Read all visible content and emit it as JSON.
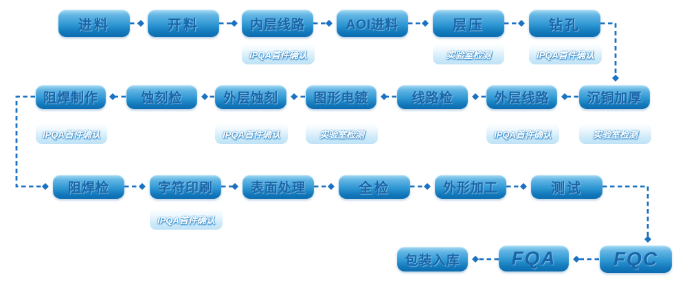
{
  "colors": {
    "background": "#ffffff",
    "connector": "#1b72c2",
    "node_text": "#1a65a8",
    "node_gradient_top": "#a6dcf3",
    "node_gradient_bottom": "#0d6cb0",
    "sublabel_text": "#ffffff",
    "sublabel_gradient_top": "#ffffff",
    "sublabel_gradient_bottom": "#bfe2f6"
  },
  "nodes": {
    "feed": "进料",
    "cutting": "开料",
    "inner_layer_circuit": "内层线路",
    "aoi_feed": "AOI进料",
    "lamination": "层压",
    "drilling": "钻孔",
    "copper_deposition": "沉铜加厚",
    "outer_layer_circuit": "外层线路",
    "circuit_inspection": "线路检",
    "pattern_plating": "图形电镀",
    "outer_layer_etching": "外层蚀刻",
    "etching_inspection": "蚀刻检",
    "solder_mask_making": "阻焊制作",
    "solder_mask_inspection": "阻焊检",
    "legend_printing": "字符印刷",
    "surface_treatment": "表面处理",
    "full_inspection": "全检",
    "profile_machining": "外形加工",
    "testing": "测试",
    "fqc": "FQC",
    "fqa": "FQA",
    "packing_storage": "包装入库"
  },
  "quality_checks": [
    {
      "node": "内层线路",
      "check": "IPQA首件确认"
    },
    {
      "node": "层压",
      "check": "实验室检测"
    },
    {
      "node": "钻孔",
      "check": "IPQA首件确认"
    },
    {
      "node": "阻焊制作",
      "check": "IPQA首件确认"
    },
    {
      "node": "外层蚀刻",
      "check": "IPQA首件确认"
    },
    {
      "node": "图形电镀",
      "check": "实验室检测"
    },
    {
      "node": "外层线路",
      "check": "IPQA首件确认"
    },
    {
      "node": "沉铜加厚",
      "check": "实验室检测"
    },
    {
      "node": "字符印刷",
      "check": "IPQA首件确认"
    }
  ],
  "process_sequence": [
    "进料",
    "开料",
    "内层线路",
    "AOI进料",
    "层压",
    "钻孔",
    "沉铜加厚",
    "外层线路",
    "线路检",
    "图形电镀",
    "外层蚀刻",
    "蚀刻检",
    "阻焊制作",
    "阻焊检",
    "字符印刷",
    "表面处理",
    "全检",
    "外形加工",
    "测试",
    "FQC",
    "FQA",
    "包装入库"
  ]
}
